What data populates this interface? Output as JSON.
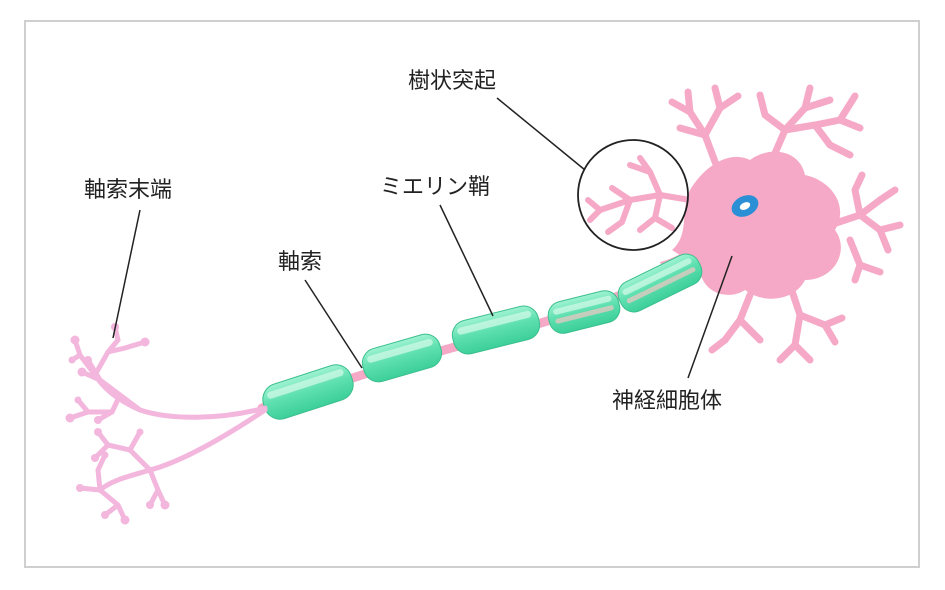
{
  "labels": {
    "dendrite": "樹状突起",
    "axon_terminal": "軸索末端",
    "myelin_sheath": "ミエリン鞘",
    "axon": "軸索",
    "cell_body": "神経細胞体"
  },
  "colors": {
    "neuron_pink": "#f6a9c6",
    "terminal_pink": "#f3b6dd",
    "myelin_green": "#5fe0b0",
    "myelin_light": "#a6f2d3",
    "nucleus_blue": "#2b8fd6",
    "callout_line": "#222222",
    "frame_border": "#cfcfcf"
  }
}
